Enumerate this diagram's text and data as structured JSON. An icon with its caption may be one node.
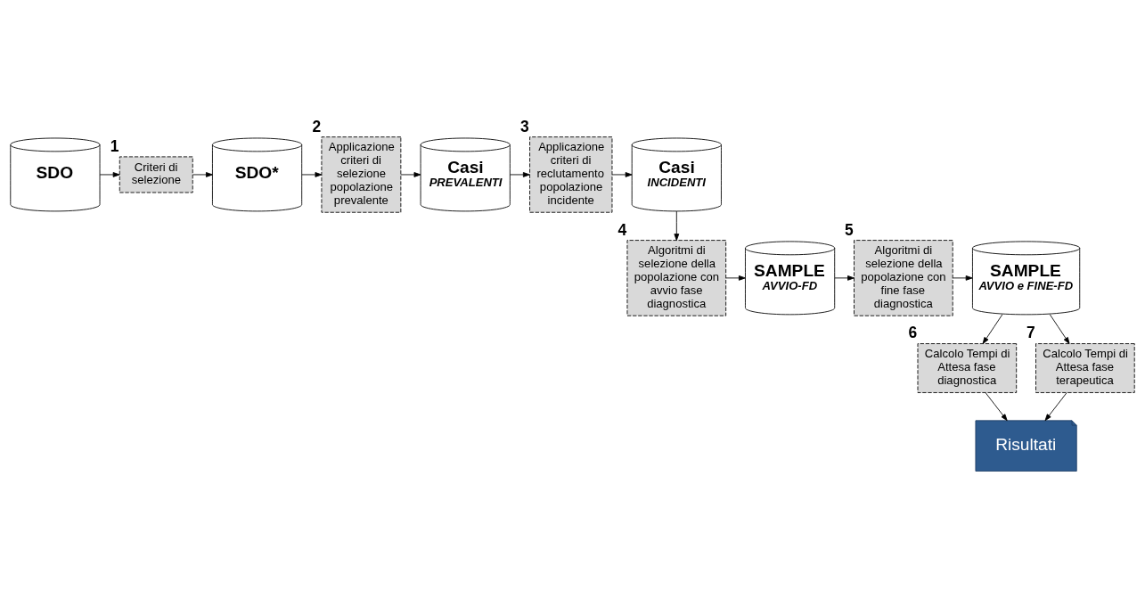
{
  "diagram": {
    "nodes": [
      {
        "text": [
          "SDO"
        ]
      },
      {
        "text": [
          "Criteri di selezione"
        ],
        "beside": [
          "1"
        ]
      },
      {
        "text": [
          "SDO*"
        ]
      },
      {
        "text": [
          "Applicazione criteri di selezione popolazione prevalente"
        ],
        "beside": [
          "2"
        ]
      },
      {
        "text": [
          "Casi",
          "PREVALENTI"
        ]
      },
      {
        "text": [
          "Applicazione criteri di reclutamento popolazione incidente"
        ],
        "beside": [
          "3"
        ]
      },
      {
        "text": [
          "Casi",
          "INCIDENTI"
        ]
      },
      {
        "text": [
          "Algoritmi di selezione della popolazione con avvio fase diagnostica"
        ],
        "beside": [
          "4"
        ]
      },
      {
        "text": [
          "SAMPLE",
          "AVVIO-FD"
        ]
      },
      {
        "text": [
          "Algoritmi di selezione della popolazione con fine fase diagnostica"
        ],
        "beside": [
          "5"
        ]
      },
      {
        "text": [
          "SAMPLE",
          "AVVIO e FINE-FD"
        ]
      },
      {
        "text": [
          "Calcolo Tempi di Attesa fase diagnostica"
        ],
        "beside": [
          "6"
        ]
      },
      {
        "text": [
          "Calcolo Tempi di Attesa fase terapeutica"
        ],
        "beside": [
          "7"
        ]
      },
      {
        "text": [
          "Risultati"
        ]
      }
    ],
    "edges": [
      {
        "from": 0,
        "to": 1,
        "arrow": "to"
      },
      {
        "from": 1,
        "to": 2,
        "arrow": "to"
      },
      {
        "from": 2,
        "to": 3,
        "arrow": "to"
      },
      {
        "from": 3,
        "to": 4,
        "arrow": "to"
      },
      {
        "from": 4,
        "to": 5,
        "arrow": "to"
      },
      {
        "from": 5,
        "to": 6,
        "arrow": "to"
      },
      {
        "from": 6,
        "to": 7,
        "arrow": "to"
      },
      {
        "from": 7,
        "to": 8,
        "arrow": "to"
      },
      {
        "from": 8,
        "to": 9,
        "arrow": "to"
      },
      {
        "from": 9,
        "to": 10,
        "arrow": "to"
      },
      {
        "from": 10,
        "to": 11,
        "arrow": "to"
      },
      {
        "from": 10,
        "to": 12,
        "arrow": "to"
      },
      {
        "from": 11,
        "to": 13,
        "arrow": "to"
      },
      {
        "from": 12,
        "to": 13,
        "arrow": "to"
      }
    ]
  }
}
